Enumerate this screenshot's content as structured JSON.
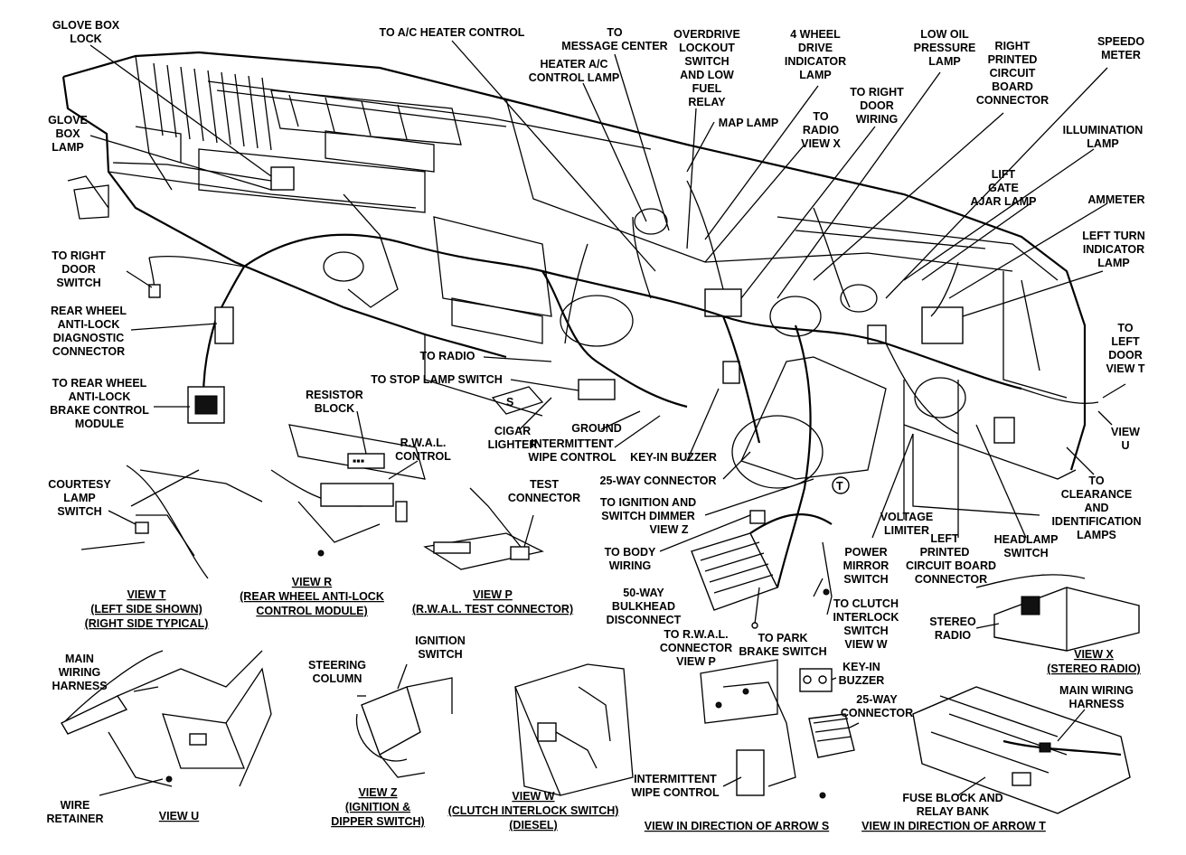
{
  "labels": {
    "glove_box_lock": [
      "GLOVE BOX",
      "LOCK"
    ],
    "to_ac_heater_control": [
      "TO A/C HEATER CONTROL"
    ],
    "to_message_center": [
      "TO",
      "MESSAGE CENTER"
    ],
    "heater_ac_control_lamp": [
      "HEATER A/C",
      "CONTROL LAMP"
    ],
    "overdrive_lockout": [
      "OVERDRIVE",
      "LOCKOUT",
      "SWITCH",
      "AND LOW",
      "FUEL",
      "RELAY"
    ],
    "four_wheel_drive": [
      "4 WHEEL",
      "DRIVE",
      "INDICATOR",
      "LAMP"
    ],
    "low_oil_pressure": [
      "LOW OIL",
      "PRESSURE",
      "LAMP"
    ],
    "right_printed_circuit": [
      "RIGHT",
      "PRINTED",
      "CIRCUIT",
      "BOARD",
      "CONNECTOR"
    ],
    "speedometer": [
      "SPEEDO",
      "METER"
    ],
    "glove_box_lamp": [
      "GLOVE",
      "BOX",
      "LAMP"
    ],
    "map_lamp": [
      "MAP LAMP"
    ],
    "to_radio_view_x": [
      "TO",
      "RADIO",
      "VIEW X"
    ],
    "to_right_door_wiring_top": [
      "TO RIGHT",
      "DOOR",
      "WIRING"
    ],
    "illumination_lamp": [
      "ILLUMINATION",
      "LAMP"
    ],
    "lift_gate_ajar": [
      "LIFT",
      "GATE",
      "AJAR LAMP"
    ],
    "ammeter": [
      "AMMETER"
    ],
    "left_turn_indicator": [
      "LEFT TURN",
      "INDICATOR",
      "LAMP"
    ],
    "to_right_door_switch": [
      "TO RIGHT",
      "DOOR",
      "SWITCH"
    ],
    "rear_wheel_diag": [
      "REAR WHEEL",
      "ANTI-LOCK",
      "DIAGNOSTIC",
      "CONNECTOR"
    ],
    "to_radio": [
      "TO RADIO"
    ],
    "to_stop_lamp_switch": [
      "TO STOP LAMP SWITCH"
    ],
    "to_left_door_view_t": [
      "TO",
      "LEFT",
      "DOOR",
      "VIEW T"
    ],
    "to_rear_wheel_module": [
      "TO REAR WHEEL",
      "ANTI-LOCK",
      "BRAKE CONTROL",
      "MODULE"
    ],
    "cigar_lighter": [
      "CIGAR",
      "LIGHTER"
    ],
    "ground": [
      "GROUND"
    ],
    "intermittent_wipe_top": [
      "INTERMITTENT",
      "WIPE CONTROL"
    ],
    "key_in_buzzer_top": [
      "KEY-IN  BUZZER"
    ],
    "twenty_five_way_top": [
      "25-WAY  CONNECTOR"
    ],
    "view_u_callout": [
      "VIEW",
      "U"
    ],
    "resistor_block": [
      "RESISTOR",
      "BLOCK"
    ],
    "rwal_control": [
      "R.W.A.L.",
      "CONTROL"
    ],
    "test_connector": [
      "TEST",
      "CONNECTOR"
    ],
    "to_ignition_dimmer": [
      "TO IGNITION AND",
      "SWITCH DIMMER",
      "VIEW Z"
    ],
    "to_clearance": [
      "TO",
      "CLEARANCE",
      "AND",
      "IDENTIFICATION",
      "LAMPS"
    ],
    "courtesy_lamp": [
      "COURTESY",
      "LAMP",
      "SWITCH"
    ],
    "to_body_wiring": [
      "TO BODY",
      "WIRING"
    ],
    "voltage_limiter": [
      "VOLTAGE",
      "LIMITER"
    ],
    "power_mirror": [
      "POWER",
      "MIRROR",
      "SWITCH"
    ],
    "left_printed_circuit": [
      "LEFT",
      "PRINTED",
      "CIRCUIT BOARD",
      "CONNECTOR"
    ],
    "headlamp_switch": [
      "HEADLAMP",
      "SWITCH"
    ],
    "fifty_way": [
      "50-WAY",
      "BULKHEAD",
      "DISCONNECT"
    ],
    "to_clutch_interlock": [
      "TO CLUTCH",
      "INTERLOCK",
      "SWITCH",
      "VIEW W"
    ],
    "stereo_radio": [
      "STEREO",
      "RADIO"
    ],
    "to_rwal_connector": [
      "TO R.W.A.L.",
      "CONNECTOR",
      "VIEW P"
    ],
    "to_park_brake": [
      "TO PARK",
      "BRAKE SWITCH"
    ],
    "main_wiring_left": [
      "MAIN",
      "WIRING",
      "HARNESS"
    ],
    "ignition_switch": [
      "IGNITION",
      "SWITCH"
    ],
    "steering_column": [
      "STEERING",
      "COLUMN"
    ],
    "key_in_buzzer_bottom": [
      "KEY-IN",
      "BUZZER"
    ],
    "twenty_five_way_bottom": [
      "25-WAY",
      "CONNECTOR"
    ],
    "main_wiring_right": [
      "MAIN WIRING",
      "HARNESS"
    ],
    "intermittent_wipe_bottom": [
      "INTERMITTENT",
      "WIPE CONTROL"
    ],
    "fuse_block": [
      "FUSE BLOCK AND",
      "RELAY BANK"
    ],
    "wire_retainer": [
      "WIRE",
      "RETAINER"
    ]
  },
  "views": {
    "view_t": [
      "VIEW T",
      "(LEFT SIDE SHOWN)",
      "(RIGHT SIDE TYPICAL)"
    ],
    "view_r": [
      "VIEW R",
      "(REAR WHEEL ANTI-LOCK",
      "CONTROL MODULE)"
    ],
    "view_p": [
      "VIEW P",
      "(R.W.A.L. TEST CONNECTOR)"
    ],
    "view_x": [
      "VIEW X",
      "(STEREO RADIO)"
    ],
    "view_u": [
      "VIEW U"
    ],
    "view_z": [
      "VIEW Z",
      "(IGNITION &",
      "DIPPER SWITCH)"
    ],
    "view_w": [
      "VIEW W",
      "(CLUTCH INTERLOCK SWITCH)",
      "(DIESEL)"
    ],
    "arrow_s": [
      "VIEW IN DIRECTION OF ARROW S"
    ],
    "arrow_t": [
      "VIEW IN DIRECTION OF ARROW T"
    ]
  },
  "markers": {
    "s": "S",
    "t": "T",
    "resistor_text": "▪▪▪"
  }
}
